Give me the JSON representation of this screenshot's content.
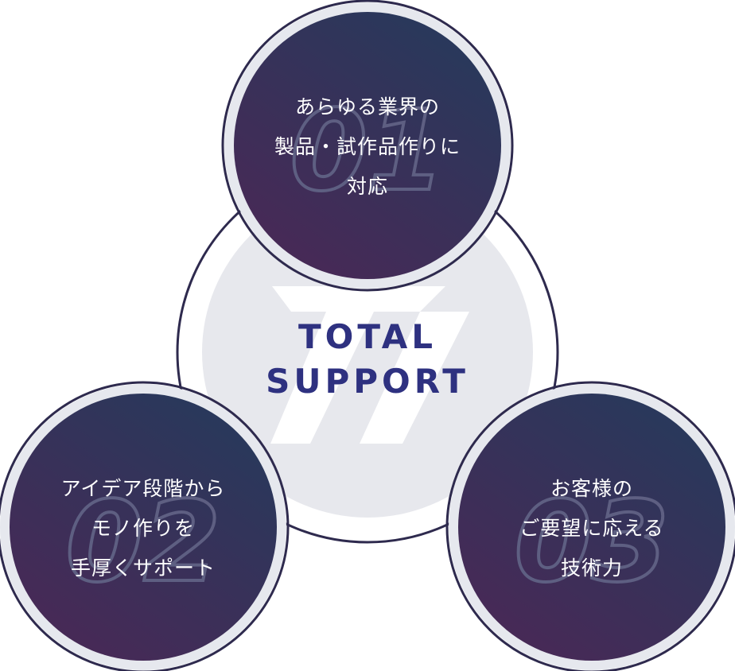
{
  "center": {
    "line1": "TOTAL",
    "line2": "SUPPORT",
    "text_color": "#2e3180"
  },
  "items": [
    {
      "number": "01",
      "lines": [
        "あらゆる業界の",
        "製品・試作品作りに",
        "対応"
      ]
    },
    {
      "number": "02",
      "lines": [
        "アイデア段階から",
        "モノ作りを",
        "手厚くサポート"
      ]
    },
    {
      "number": "03",
      "lines": [
        "お客様の",
        "ご要望に応える",
        "技術力"
      ]
    }
  ],
  "colors": {
    "circle_gradient_top": "#263a5c",
    "circle_gradient_bottom": "#4a2856",
    "circle_ring": "#e6e8ee",
    "circle_outline": "#2e2a4e",
    "center_bg": "#ffffff",
    "center_inner": "#e7e8ed",
    "number_stroke": "#5e5f82"
  }
}
